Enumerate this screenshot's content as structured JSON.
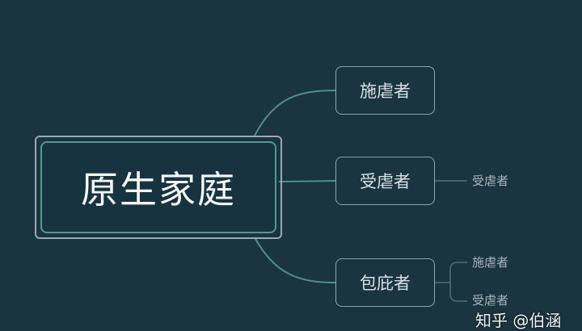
{
  "root": {
    "label": "原生家庭"
  },
  "branches": [
    {
      "label": "施虐者",
      "children": []
    },
    {
      "label": "受虐者",
      "children": [
        "受虐者"
      ]
    },
    {
      "label": "包庇者",
      "children": [
        "施虐者",
        "受虐者"
      ]
    }
  ],
  "watermark": "知乎 @伯涵",
  "colors": {
    "background": "#1a3440",
    "link": "#4f9a8c",
    "root_border": "#4f9a8c"
  }
}
